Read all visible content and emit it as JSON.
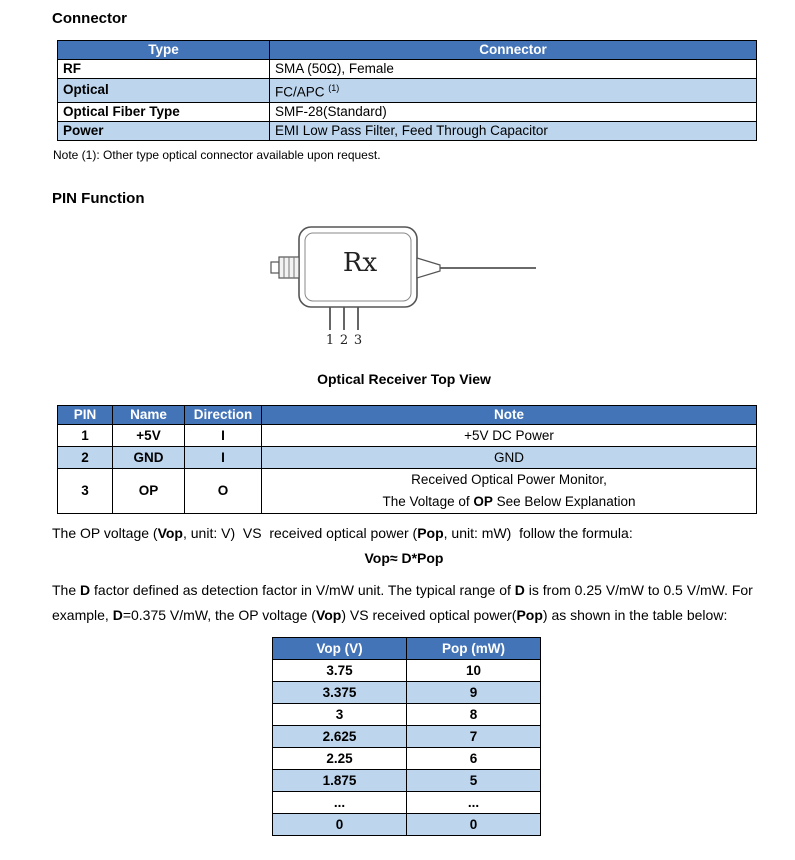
{
  "headings": {
    "connector": "Connector",
    "pin_function": "PIN Function",
    "device_caption": "Optical Receiver Top View"
  },
  "connector_table": {
    "col_type": "Type",
    "col_connector": "Connector",
    "rows": [
      {
        "type": "RF",
        "value": "SMA (50Ω), Female",
        "sup": ""
      },
      {
        "type": "Optical",
        "value": "FC/APC ",
        "sup": "(1)"
      },
      {
        "type": "Optical Fiber Type",
        "value": "SMF-28(Standard)",
        "sup": ""
      },
      {
        "type": "Power",
        "value": "EMI Low Pass Filter, Feed Through Capacitor",
        "sup": ""
      }
    ],
    "note": "Note (1): Other type optical connector available upon request."
  },
  "device": {
    "label": "Rx",
    "pins": [
      "1",
      "2",
      "3"
    ]
  },
  "pin_table": {
    "headers": {
      "pin": "PIN",
      "name": "Name",
      "direction": "Direction",
      "note": "Note"
    },
    "rows": [
      {
        "pin": "1",
        "name": "+5V",
        "direction": "I",
        "note": "+5V DC Power"
      },
      {
        "pin": "2",
        "name": "GND",
        "direction": "I",
        "note": "GND"
      },
      {
        "pin": "3",
        "name": "OP",
        "direction": "O",
        "note_line1": "Received Optical Power Monitor,",
        "note_line2_a": "The Voltage of ",
        "note_line2_b": "OP",
        "note_line2_c": " See Below Explanation"
      }
    ]
  },
  "text": {
    "p1": {
      "s1": "The OP voltage (",
      "b1": "Vop",
      "s2": ", unit: V)  VS  received optical power (",
      "b2": "Pop",
      "s3": ", unit: mW)  follow the formula:"
    },
    "formula": "Vop≈ D*Pop",
    "p2": {
      "s1": "The ",
      "b1": "D",
      "s2": " factor defined as detection factor in V/mW unit. The typical range of ",
      "b2": "D",
      "s3": " is from 0.25 V/mW to 0.5 V/mW. For example, ",
      "b3": "D",
      "s4": "=0.375 V/mW, the OP voltage (",
      "b4": "Vop",
      "s5": ") VS received optical power(",
      "b5": "Pop",
      "s6": ") as shown in the table below:"
    }
  },
  "vop_table": {
    "h1": "Vop  (V)",
    "h2": "Pop  (mW)",
    "rows": [
      [
        "3.75",
        "10"
      ],
      [
        "3.375",
        "9"
      ],
      [
        "3",
        "8"
      ],
      [
        "2.625",
        "7"
      ],
      [
        "2.25",
        "6"
      ],
      [
        "1.875",
        "5"
      ],
      [
        "...",
        "..."
      ],
      [
        "0",
        "0"
      ]
    ]
  },
  "chart_data": {
    "type": "table",
    "title": "Vop vs Pop (D=0.375 V/mW)",
    "columns": [
      "Vop (V)",
      "Pop (mW)"
    ],
    "x": [
      10,
      9,
      8,
      7,
      6,
      5,
      0
    ],
    "values": [
      3.75,
      3.375,
      3,
      2.625,
      2.25,
      1.875,
      0
    ]
  }
}
